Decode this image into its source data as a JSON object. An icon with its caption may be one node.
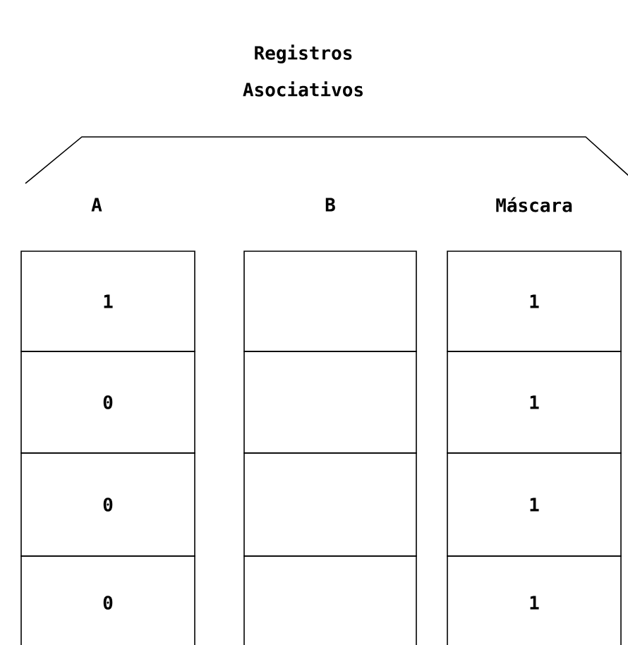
{
  "diagram": {
    "title": "Registros Asociativos",
    "nodes": [
      {
        "text": [
          "1"
        ]
      },
      {
        "text": [],
        "shape": "box"
      },
      {
        "text": [
          "1"
        ]
      },
      {
        "text": [
          "0"
        ]
      },
      {
        "text": [],
        "shape": "box"
      },
      {
        "text": [
          "1"
        ]
      },
      {
        "text": [
          "0"
        ]
      },
      {
        "text": [],
        "shape": "box"
      },
      {
        "text": [
          "1"
        ]
      },
      {
        "text": [
          "0"
        ]
      },
      {
        "text": [],
        "shape": "box"
      },
      {
        "text": [
          "1"
        ]
      }
    ],
    "labels": [
      "A",
      "B",
      "Máscara"
    ]
  }
}
